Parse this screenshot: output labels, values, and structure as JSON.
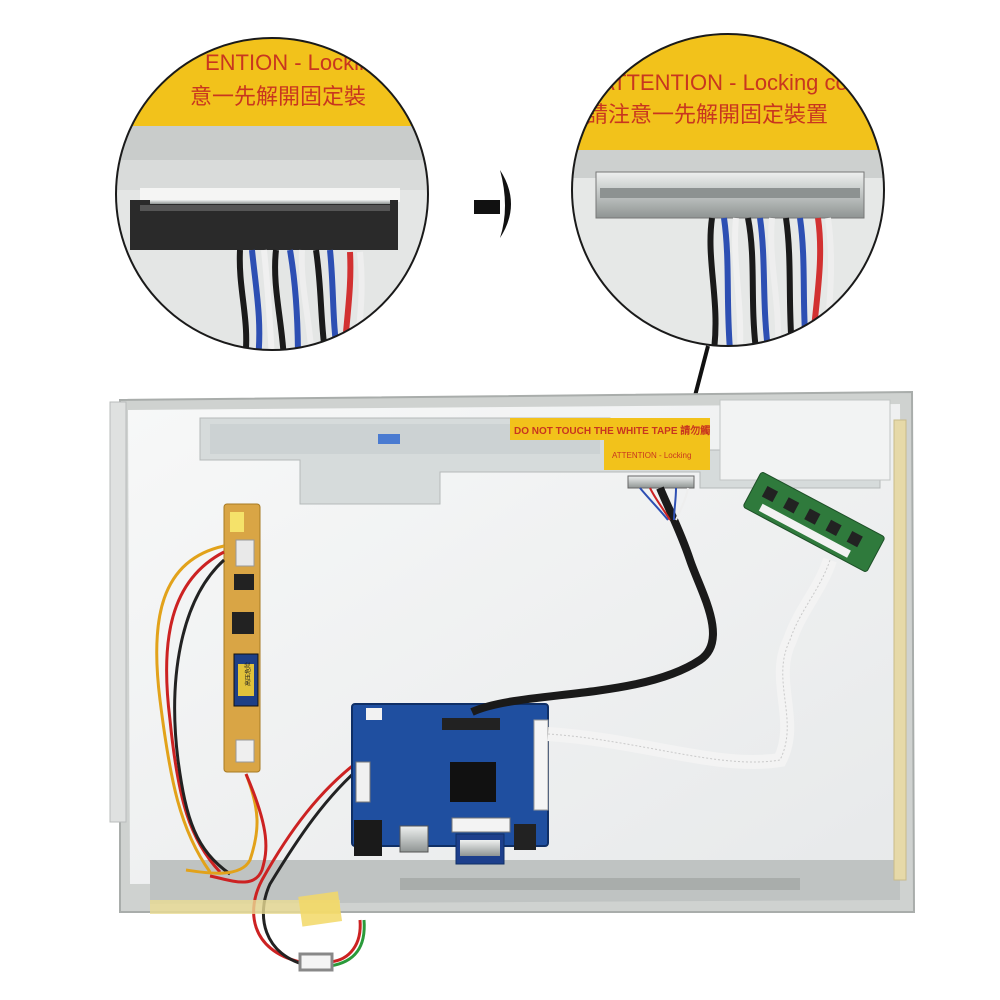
{
  "zoom_left": {
    "label_line1": "ENTION - Locking co",
    "label_line2": "意一先解開固定裝"
  },
  "zoom_right": {
    "label_line1": "ATTENTION - Locking connect",
    "label_line2": "請注意一先解開固定裝置"
  },
  "panel": {
    "tape_warning": "DO NOT TOUCH THE WHITE TAPE 請勿觸",
    "tape_attention": "ATTENTION - Locking",
    "inverter_warning": "高压危险"
  },
  "colors": {
    "warning_tape": "#f2c21b",
    "pcb_blue": "#1f4fa0",
    "pcb_green": "#2f7a3c",
    "inverter_board": "#d9a545",
    "ribbon": "#f3f3f3",
    "panel_frame": "#cfd2d0"
  }
}
